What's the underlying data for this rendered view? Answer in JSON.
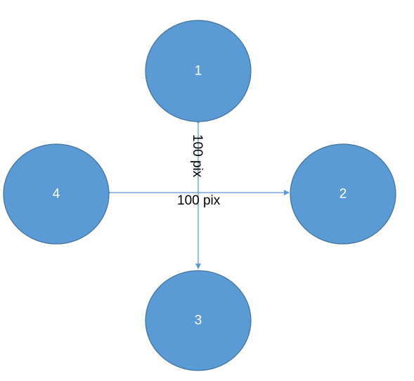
{
  "colors": {
    "node_fill": "#5b9bd5",
    "node_stroke": "#41719c",
    "node_text": "#ffffff",
    "connector": "#5b9bd5",
    "label_text": "#000000"
  },
  "nodes": [
    {
      "label": "1"
    },
    {
      "label": "2"
    },
    {
      "label": "3"
    },
    {
      "label": "4"
    }
  ],
  "measurements": {
    "vertical_label": "100 pix",
    "horizontal_label": "100 pix"
  }
}
